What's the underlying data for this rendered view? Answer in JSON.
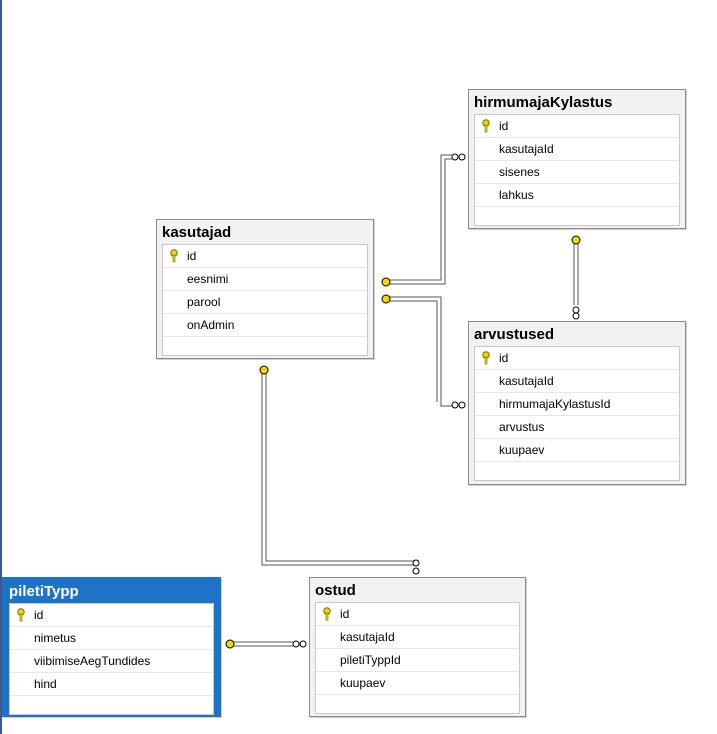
{
  "tables": {
    "kasutajad": {
      "title": "kasutajad",
      "columns": [
        "id",
        "eesnimi",
        "parool",
        "onAdmin"
      ]
    },
    "hirmumajaKylastus": {
      "title": "hirmumajaKylastus",
      "columns": [
        "id",
        "kasutajaId",
        "sisenes",
        "lahkus"
      ]
    },
    "arvustused": {
      "title": "arvustused",
      "columns": [
        "id",
        "kasutajaId",
        "hirmumajaKylastusId",
        "arvustus",
        "kuupaev"
      ]
    },
    "piletiTypp": {
      "title": "piletiTypp",
      "columns": [
        "id",
        "nimetus",
        "viibimiseAegTundides",
        "hind"
      ]
    },
    "ostud": {
      "title": "ostud",
      "columns": [
        "id",
        "kasutajaId",
        "piletiTyppId",
        "kuupaev"
      ]
    }
  },
  "primary_key_icon": "key-icon",
  "relationships": [
    {
      "from": "kasutajad",
      "to": "hirmumajaKylastus"
    },
    {
      "from": "kasutajad",
      "to": "arvustused"
    },
    {
      "from": "hirmumajaKylastus",
      "to": "arvustused"
    },
    {
      "from": "kasutajad",
      "to": "ostud"
    },
    {
      "from": "piletiTypp",
      "to": "ostud"
    }
  ],
  "colors": {
    "selected": "#1e73c8",
    "key": "#f2d600"
  }
}
